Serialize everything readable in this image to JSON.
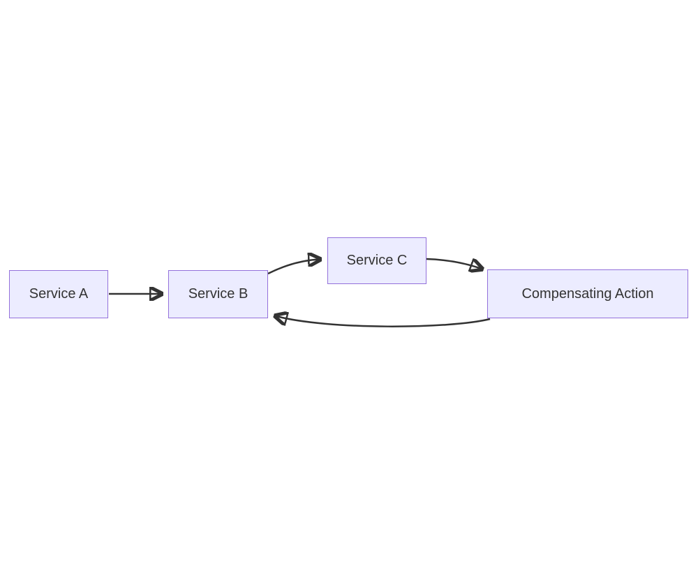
{
  "diagram": {
    "type": "flowchart",
    "direction": "left-to-right",
    "nodes": [
      {
        "id": "service-a",
        "label": "Service A"
      },
      {
        "id": "service-b",
        "label": "Service B"
      },
      {
        "id": "service-c",
        "label": "Service C"
      },
      {
        "id": "compensating-action",
        "label": "Compensating Action"
      }
    ],
    "edges": [
      {
        "from": "Service A",
        "to": "Service B",
        "style": "straight-arrow"
      },
      {
        "from": "Service B",
        "to": "Service C",
        "style": "curved-arrow-up"
      },
      {
        "from": "Service C",
        "to": "Compensating Action",
        "style": "curved-arrow-down"
      },
      {
        "from": "Compensating Action",
        "to": "Service B",
        "style": "curved-return-arrow-bottom"
      }
    ],
    "colors": {
      "node_fill": "#ECECFF",
      "node_border": "#9370DB",
      "edge_stroke": "#333333",
      "label_text": "#333333",
      "background": "#FFFFFF"
    }
  }
}
